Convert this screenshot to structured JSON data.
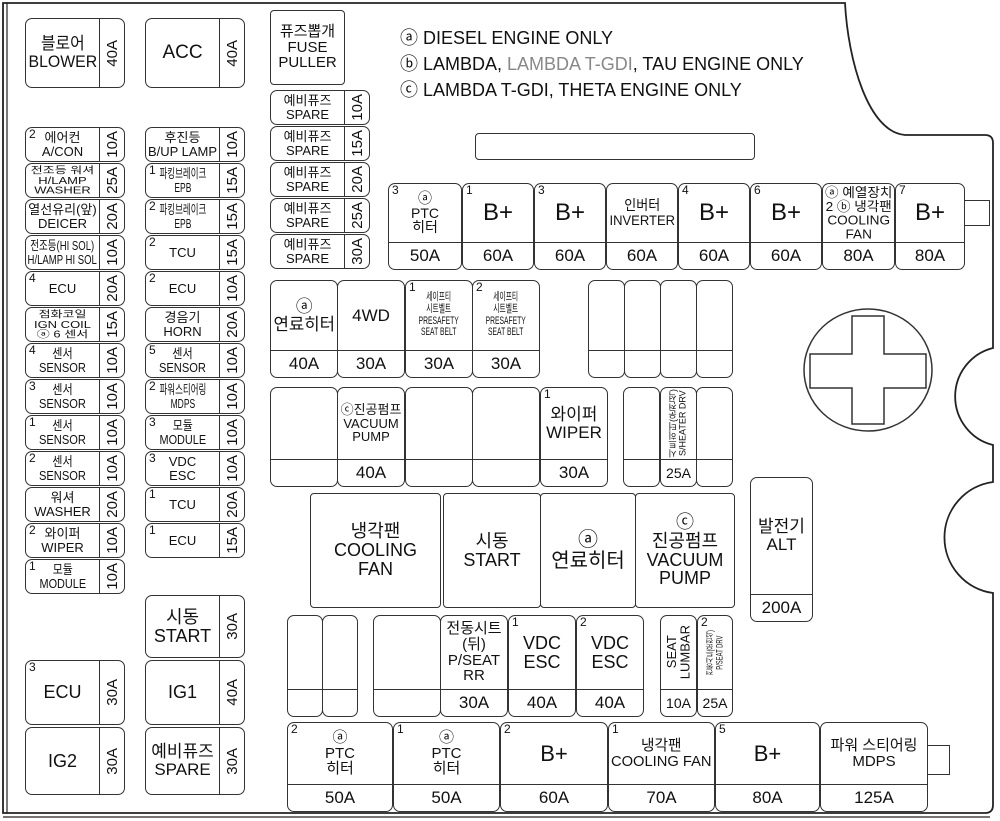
{
  "legend": [
    {
      "parts": [
        "ⓐ DIESEL ENGINE ONLY"
      ]
    },
    {
      "parts": [
        "ⓑ LAMBDA, ",
        "LAMBDA T-GDI",
        ", TAU ENGINE ONLY"
      ]
    },
    {
      "parts": [
        "ⓒ LAMBDA T-GDI, THETA ENGINE ONLY"
      ]
    }
  ],
  "fuse_puller": {
    "lines": [
      "퓨즈뽑개",
      "FUSE",
      "PULLER"
    ]
  },
  "top_left": [
    {
      "num": "",
      "lines": [
        "블로어",
        "BLOWER"
      ],
      "amp": "40A"
    },
    {
      "num": "",
      "lines": [
        "ACC"
      ],
      "amp": "40A"
    }
  ],
  "spares": [
    {
      "num": "",
      "lines": [
        "예비퓨즈",
        "SPARE"
      ],
      "amp": "10A"
    },
    {
      "num": "",
      "lines": [
        "예비퓨즈",
        "SPARE"
      ],
      "amp": "15A"
    },
    {
      "num": "",
      "lines": [
        "예비퓨즈",
        "SPARE"
      ],
      "amp": "20A"
    },
    {
      "num": "",
      "lines": [
        "예비퓨즈",
        "SPARE"
      ],
      "amp": "25A"
    },
    {
      "num": "",
      "lines": [
        "예비퓨즈",
        "SPARE"
      ],
      "amp": "30A"
    }
  ],
  "column_1": [
    {
      "num": "2",
      "lines": [
        "에어컨",
        "A/CON"
      ],
      "amp": "10A"
    },
    {
      "num": "",
      "lines": [
        "전조등 워셔",
        "H/LAMP",
        "WASHER"
      ],
      "amp": "25A"
    },
    {
      "num": "",
      "lines": [
        "열선유리(앞)",
        "DEICER"
      ],
      "amp": "20A"
    },
    {
      "num": "",
      "lines": [
        "전조등(HI SOL)",
        "H/LAMP HI SOL"
      ],
      "amp": "10A"
    },
    {
      "num": "4",
      "lines": [
        "ECU"
      ],
      "amp": "20A"
    },
    {
      "num": "",
      "lines": [
        "점화코일",
        "IGN COIL",
        "ⓐ 6 센서"
      ],
      "amp": "15A"
    },
    {
      "num": "4",
      "lines": [
        "센서",
        "SENSOR"
      ],
      "amp": "10A"
    },
    {
      "num": "3",
      "lines": [
        "센서",
        "SENSOR"
      ],
      "amp": "10A"
    },
    {
      "num": "1",
      "lines": [
        "센서",
        "SENSOR"
      ],
      "amp": "10A"
    },
    {
      "num": "2",
      "lines": [
        "센서",
        "SENSOR"
      ],
      "amp": "10A"
    },
    {
      "num": "",
      "lines": [
        "워셔",
        "WASHER"
      ],
      "amp": "20A"
    },
    {
      "num": "2",
      "lines": [
        "와이퍼",
        "WIPER"
      ],
      "amp": "10A"
    },
    {
      "num": "1",
      "lines": [
        "모듈",
        "MODULE"
      ],
      "amp": "10A"
    }
  ],
  "column_2": [
    {
      "num": "",
      "lines": [
        "후진등",
        "B/UP LAMP"
      ],
      "amp": "10A"
    },
    {
      "num": "1",
      "lines": [
        "파킹브레이크",
        "EPB"
      ],
      "amp": "15A"
    },
    {
      "num": "2",
      "lines": [
        "파킹브레이크",
        "EPB"
      ],
      "amp": "15A"
    },
    {
      "num": "2",
      "lines": [
        "TCU"
      ],
      "amp": "15A"
    },
    {
      "num": "2",
      "lines": [
        "ECU"
      ],
      "amp": "10A"
    },
    {
      "num": "",
      "lines": [
        "경음기",
        "HORN"
      ],
      "amp": "20A"
    },
    {
      "num": "5",
      "lines": [
        "센서",
        "SENSOR"
      ],
      "amp": "10A"
    },
    {
      "num": "2",
      "lines": [
        "파워스티어링",
        "MDPS"
      ],
      "amp": "10A"
    },
    {
      "num": "3",
      "lines": [
        "모듈",
        "MODULE"
      ],
      "amp": "10A"
    },
    {
      "num": "3",
      "lines": [
        "VDC",
        "ESC"
      ],
      "amp": "10A"
    },
    {
      "num": "1",
      "lines": [
        "TCU"
      ],
      "amp": "20A"
    },
    {
      "num": "1",
      "lines": [
        "ECU"
      ],
      "amp": "15A"
    }
  ],
  "lower_left": [
    {
      "num": "",
      "lines": [
        "시동",
        "START"
      ],
      "amp": "30A"
    },
    {
      "num": "",
      "lines": [
        "IG1"
      ],
      "amp": "40A"
    },
    {
      "num": "",
      "lines": [
        "예비퓨즈",
        "SPARE"
      ],
      "amp": "30A"
    },
    {
      "num": "3",
      "lines": [
        "ECU"
      ],
      "amp": "30A"
    },
    {
      "num": "",
      "lines": [
        "IG2"
      ],
      "amp": "30A"
    }
  ],
  "top_row": [
    {
      "num": "3",
      "lines": [
        "ⓐ",
        "PTC",
        "히터"
      ],
      "amp": "50A"
    },
    {
      "num": "1",
      "lines": [
        "B+"
      ],
      "amp": "60A"
    },
    {
      "num": "3",
      "lines": [
        "B+"
      ],
      "amp": "60A"
    },
    {
      "num": "",
      "lines": [
        "인버터",
        "INVERTER"
      ],
      "amp": "60A"
    },
    {
      "num": "4",
      "lines": [
        "B+"
      ],
      "amp": "60A"
    },
    {
      "num": "6",
      "lines": [
        "B+"
      ],
      "amp": "60A"
    },
    {
      "num": "",
      "lines": [
        "ⓐ 예열장치",
        "2 ⓑ 냉각팬",
        "COOLING",
        "FAN"
      ],
      "amp": "80A"
    },
    {
      "num": "7",
      "lines": [
        "B+"
      ],
      "amp": "80A"
    }
  ],
  "middle_row_1": [
    {
      "num": "",
      "lines": [
        "ⓐ",
        "연료히터"
      ],
      "amp": "40A"
    },
    {
      "num": "",
      "lines": [
        "4WD"
      ],
      "amp": "30A"
    },
    {
      "num": "1",
      "lines": [
        "세이프티",
        "시트벨트",
        "PRESAFETY",
        "SEAT BELT"
      ],
      "amp": "30A"
    },
    {
      "num": "2",
      "lines": [
        "세이프티",
        "시트벨트",
        "PRESAFETY",
        "SEAT BELT"
      ],
      "amp": "30A"
    }
  ],
  "middle_row_2": [
    {
      "num": "",
      "lines": [
        "ⓒ진공펌프",
        "VACUUM",
        "PUMP"
      ],
      "amp": "40A"
    },
    {
      "num": "1",
      "lines": [
        "와이퍼",
        "WIPER"
      ],
      "amp": "30A"
    },
    {
      "num": "",
      "lines": [
        "시트히터(운전석)",
        "S/HEATER DRV"
      ],
      "amp": "25A"
    }
  ],
  "relays": [
    {
      "lines": [
        "냉각팬",
        "COOLING",
        "FAN"
      ]
    },
    {
      "lines": [
        "시동",
        "START"
      ]
    },
    {
      "lines": [
        "ⓐ",
        "연료히터"
      ]
    },
    {
      "lines": [
        "ⓒ",
        "진공펌프",
        "VACUUM",
        "PUMP"
      ]
    }
  ],
  "alternator": {
    "num": "",
    "lines": [
      "발전기",
      "ALT"
    ],
    "amp": "200A"
  },
  "lower_row": [
    {
      "num": "",
      "lines": [
        "전동시트",
        "(뒤)",
        "P/SEAT",
        "RR"
      ],
      "amp": "30A"
    },
    {
      "num": "1",
      "lines": [
        "VDC",
        "ESC"
      ],
      "amp": "40A"
    },
    {
      "num": "2",
      "lines": [
        "VDC",
        "ESC"
      ],
      "amp": "40A"
    },
    {
      "num": "",
      "lines": [
        "SEAT",
        "LUMBAR"
      ],
      "amp": "10A"
    },
    {
      "num": "2",
      "lines": [
        "전동시트(운전석)",
        "P/SEAT DRV"
      ],
      "amp": "25A"
    }
  ],
  "bottom_row": [
    {
      "num": "2",
      "lines": [
        "ⓐ",
        "PTC",
        "히터"
      ],
      "amp": "50A"
    },
    {
      "num": "1",
      "lines": [
        "ⓐ",
        "PTC",
        "히터"
      ],
      "amp": "50A"
    },
    {
      "num": "2",
      "lines": [
        "B+"
      ],
      "amp": "60A"
    },
    {
      "num": "1",
      "lines": [
        "냉각팬",
        "COOLING FAN"
      ],
      "amp": "70A"
    },
    {
      "num": "5",
      "lines": [
        "B+"
      ],
      "amp": "80A"
    },
    {
      "num": "",
      "lines": [
        "파워 스티어링",
        "MDPS"
      ],
      "amp": "125A"
    }
  ]
}
